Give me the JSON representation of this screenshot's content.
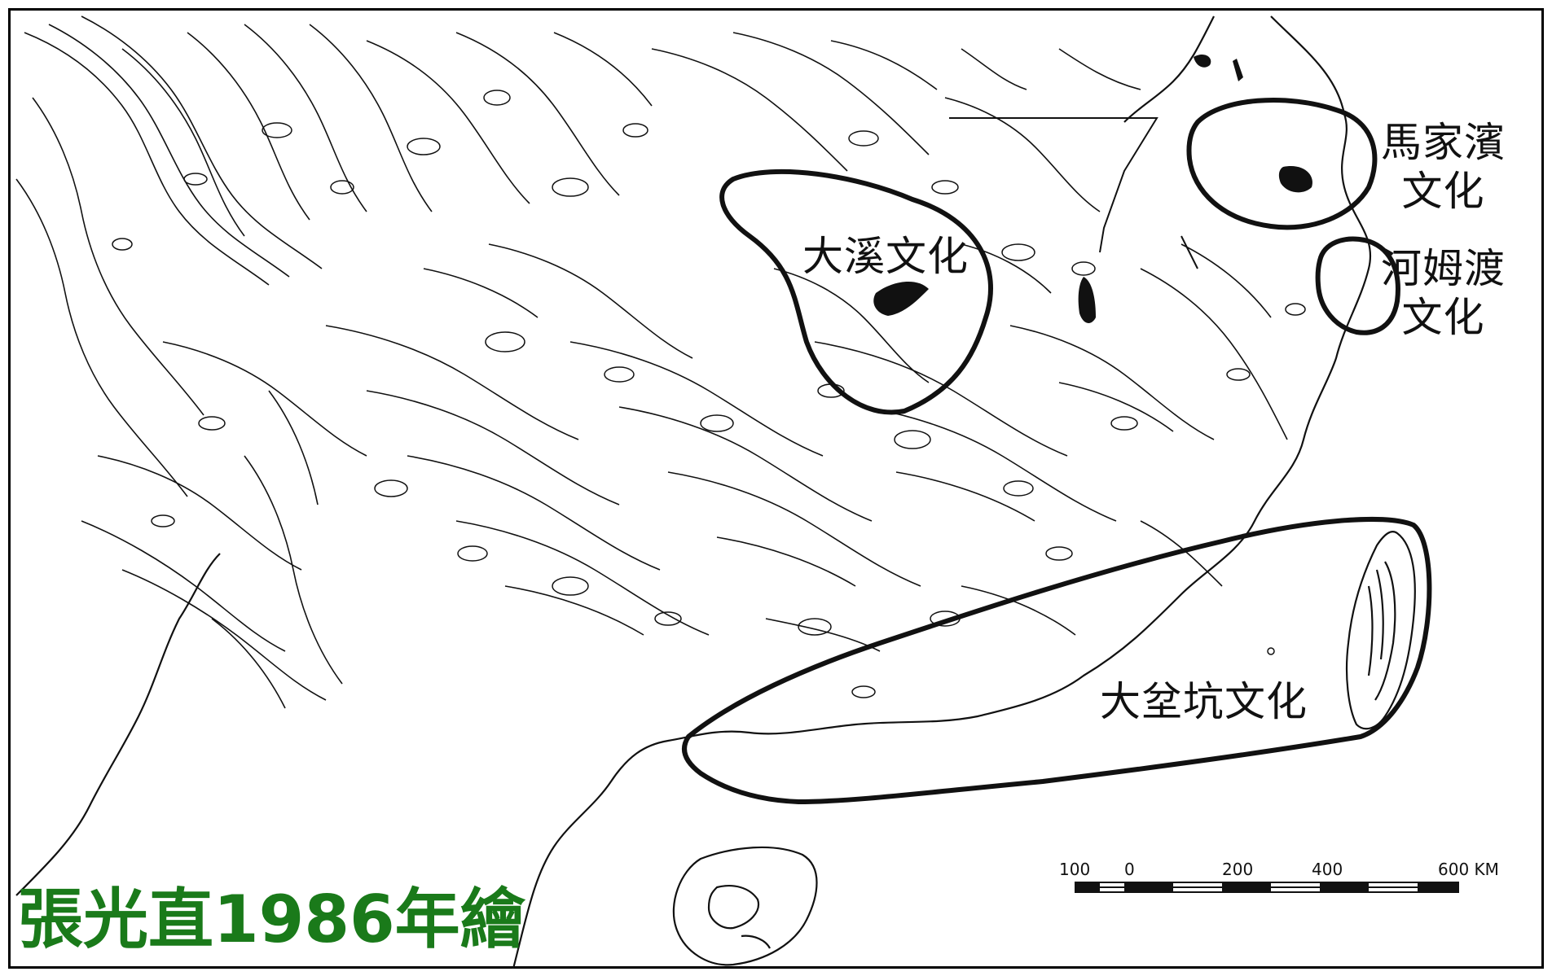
{
  "map": {
    "cultures": [
      {
        "id": "majiabang",
        "line1": "馬家濱",
        "line2": "文化"
      },
      {
        "id": "hemudu",
        "line1": "河姆渡",
        "line2": "文化"
      },
      {
        "id": "daxi",
        "line1": "大溪文化",
        "line2": ""
      },
      {
        "id": "dabenkeng",
        "line1": "大坌坑文化",
        "line2": ""
      }
    ],
    "scale_bar": {
      "ticks": [
        "100",
        "0",
        "200",
        "400",
        "600 KM"
      ]
    },
    "credit": "張光直1986年繪",
    "colors": {
      "ink": "#111111",
      "credit": "#1a7a1a",
      "background": "#ffffff"
    }
  }
}
